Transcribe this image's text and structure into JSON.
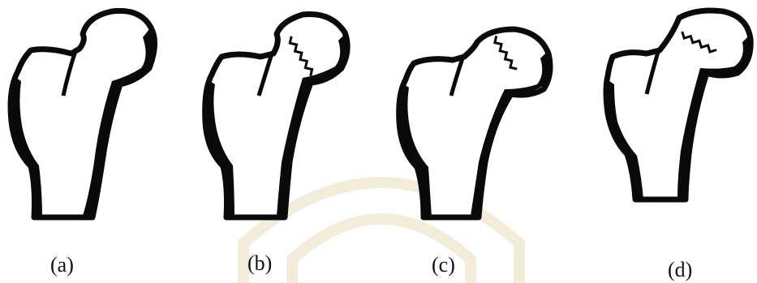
{
  "figure": {
    "panels": [
      {
        "id": "a",
        "label": "(a)",
        "fracture": "none"
      },
      {
        "id": "b",
        "label": "(b)",
        "fracture": "subcapital"
      },
      {
        "id": "c",
        "label": "(c)",
        "fracture": "transcervical"
      },
      {
        "id": "d",
        "label": "(d)",
        "fracture": "basicervical"
      }
    ],
    "colors": {
      "ink": "#0a0a0a",
      "paper": "#ffffff",
      "watermark": "#f3ecd9"
    },
    "watermark": "faint-seal"
  }
}
